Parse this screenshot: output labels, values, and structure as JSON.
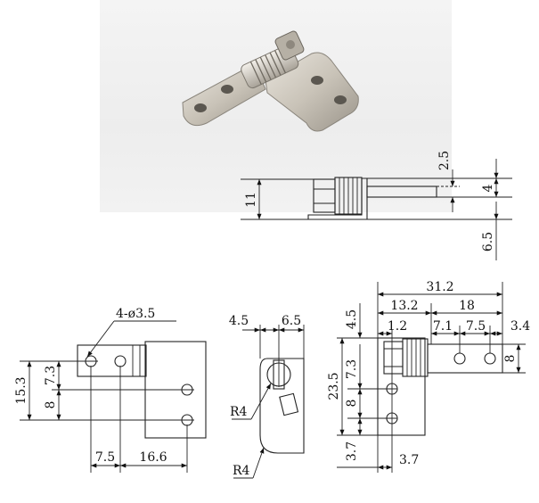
{
  "photo": {
    "subject": "hinge-photo"
  },
  "side_view": {
    "height": "11",
    "rod": "2.5",
    "right_width": "4",
    "foot": "6.5"
  },
  "front_view": {
    "holes": "4-ø3.5",
    "h_total": "15.3",
    "h_upper": "7.3",
    "h_lower": "8",
    "w_left": "7.5",
    "w_right": "16.6"
  },
  "detail_view": {
    "w_left": "4.5",
    "w_right": "6.5",
    "r_top": "R4",
    "r_bottom": "R4"
  },
  "top_view": {
    "total": "31.2",
    "left": "13.2",
    "right": "18",
    "a": "1.2",
    "b": "7.1",
    "c": "7.5",
    "d": "3.4",
    "e": "8",
    "f": "4.5",
    "g": "23.5",
    "h": "7.3",
    "i": "8",
    "j": "3.7",
    "k": "3.7"
  }
}
